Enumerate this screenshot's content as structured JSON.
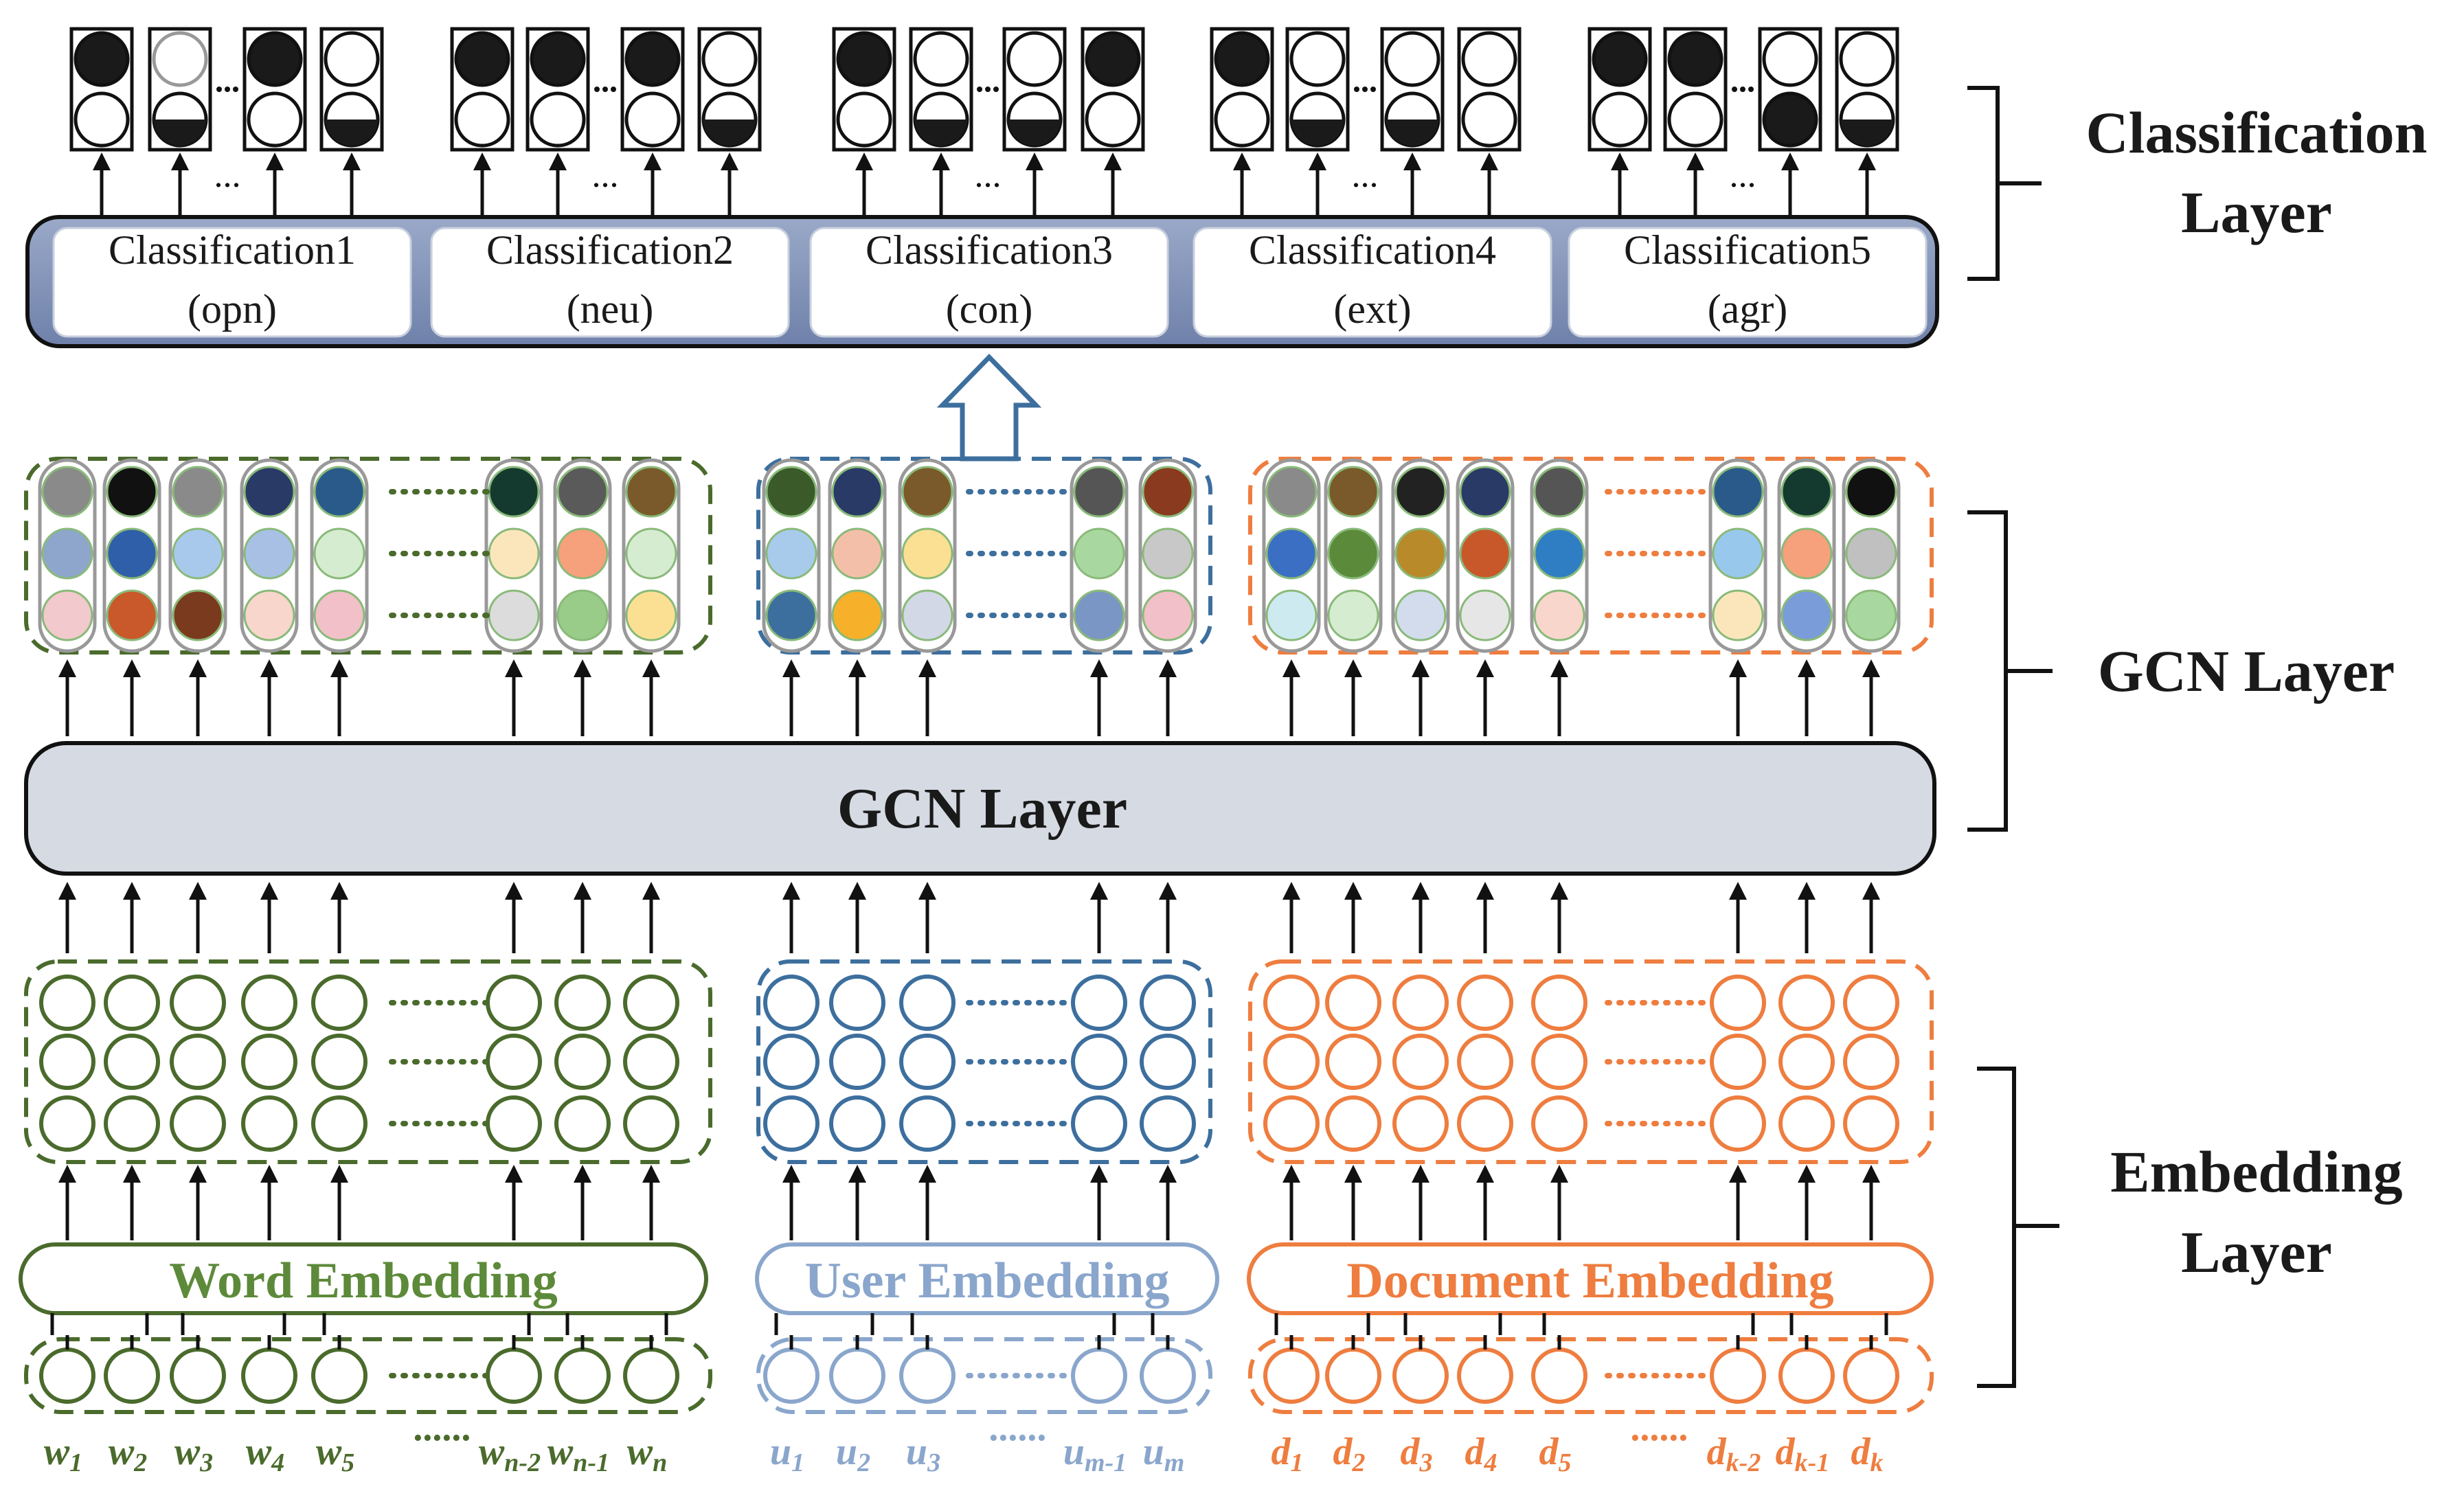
{
  "classification_layer": {
    "side_label_line1": "Classification",
    "side_label_line2": "Layer",
    "classifiers": [
      {
        "name": "Classification1",
        "trait": "(opn)"
      },
      {
        "name": "Classification2",
        "trait": "(neu)"
      },
      {
        "name": "Classification3",
        "trait": "(con)"
      },
      {
        "name": "Classification4",
        "trait": "(ext)"
      },
      {
        "name": "Classification5",
        "trait": "(agr)"
      }
    ],
    "ellipsis": "..."
  },
  "gcn_layer": {
    "side_label": "GCN Layer",
    "bar_label": "GCN Layer"
  },
  "embedding_layer": {
    "side_label_line1": "Embedding",
    "side_label_line2": "Layer",
    "word": {
      "label": "Word Embedding",
      "color": "#4a6b2c"
    },
    "user": {
      "label": "User Embedding",
      "color": "#7f9cc4"
    },
    "document": {
      "label": "Document Embedding",
      "color": "#ee7d3f"
    }
  },
  "colors": {
    "word": "#4a6b2c",
    "user": "#3d6f9e",
    "user_light": "#8aa6cc",
    "document": "#ee7d3f",
    "gcn_bar": "#d5dae3",
    "classification_band": "#7b8db4"
  },
  "subscripts": {
    "word": [
      {
        "base": "w",
        "sub": "1"
      },
      {
        "base": "w",
        "sub": "2"
      },
      {
        "base": "w",
        "sub": "3"
      },
      {
        "base": "w",
        "sub": "4"
      },
      {
        "base": "w",
        "sub": "5"
      },
      {
        "base": "",
        "sub": "",
        "dots": "······"
      },
      {
        "base": "w",
        "sub": "n-2"
      },
      {
        "base": "w",
        "sub": "n-1"
      },
      {
        "base": "w",
        "sub": "n"
      }
    ],
    "user": [
      {
        "base": "u",
        "sub": "1"
      },
      {
        "base": "u",
        "sub": "2"
      },
      {
        "base": "u",
        "sub": "3"
      },
      {
        "base": "",
        "sub": "",
        "dots": "······"
      },
      {
        "base": "u",
        "sub": "m-1"
      },
      {
        "base": "u",
        "sub": "m"
      }
    ],
    "document": [
      {
        "base": "d",
        "sub": "1"
      },
      {
        "base": "d",
        "sub": "2"
      },
      {
        "base": "d",
        "sub": "3"
      },
      {
        "base": "d",
        "sub": "4"
      },
      {
        "base": "d",
        "sub": "5"
      },
      {
        "base": "",
        "sub": "",
        "dots": "······"
      },
      {
        "base": "d",
        "sub": "k-2"
      },
      {
        "base": "d",
        "sub": "k-1"
      },
      {
        "base": "d",
        "sub": "k"
      }
    ]
  },
  "gcn_node_colors": {
    "word": [
      [
        "#8a8a8a",
        "#8ea6cc",
        "#f2c9cc"
      ],
      [
        "#111111",
        "#2f5fa8",
        "#c9582a"
      ],
      [
        "#8a8a8a",
        "#a8c9ec",
        "#7a3a1e"
      ],
      [
        "#2a3a66",
        "#a8c0e4",
        "#f8d6cc"
      ],
      [
        "#2a5a8a",
        "#d6ecd0",
        "#f2c0c8"
      ],
      [
        "#143a30",
        "#fbe6bc",
        "#dcdcdc"
      ],
      [
        "#5a5a5a",
        "#f6a07c",
        "#98cc88"
      ],
      [
        "#7a5a2a",
        "#d6ecd0",
        "#fbe094"
      ]
    ],
    "user": [
      [
        "#3a5a2a",
        "#a8cbec",
        "#3d6f9e"
      ],
      [
        "#2a3a66",
        "#f4bfa8",
        "#f6b02a"
      ],
      [
        "#7a5a2a",
        "#fbe094",
        "#d2d8e6"
      ],
      [
        "#555555",
        "#a8d8a0",
        "#7a96c4"
      ],
      [
        "#8a3a1e",
        "#c8c8c8",
        "#f2c0c8"
      ]
    ],
    "document": [
      [
        "#8a8a8a",
        "#3a6fc4",
        "#cdeaf0"
      ],
      [
        "#7a5a2a",
        "#5a8a3a",
        "#d6ecd0"
      ],
      [
        "#222222",
        "#b88a2a",
        "#d2dcec"
      ],
      [
        "#2a3a66",
        "#c8582a",
        "#e6e6e6"
      ],
      [
        "#555555",
        "#2f7ec4",
        "#f8d6cc"
      ],
      [
        "#2a5a8a",
        "#98c8ec",
        "#fbe6bc"
      ],
      [
        "#143a30",
        "#f6a07c",
        "#7a9cd8"
      ],
      [
        "#111111",
        "#c0c0c0",
        "#a8d8a0"
      ]
    ]
  }
}
